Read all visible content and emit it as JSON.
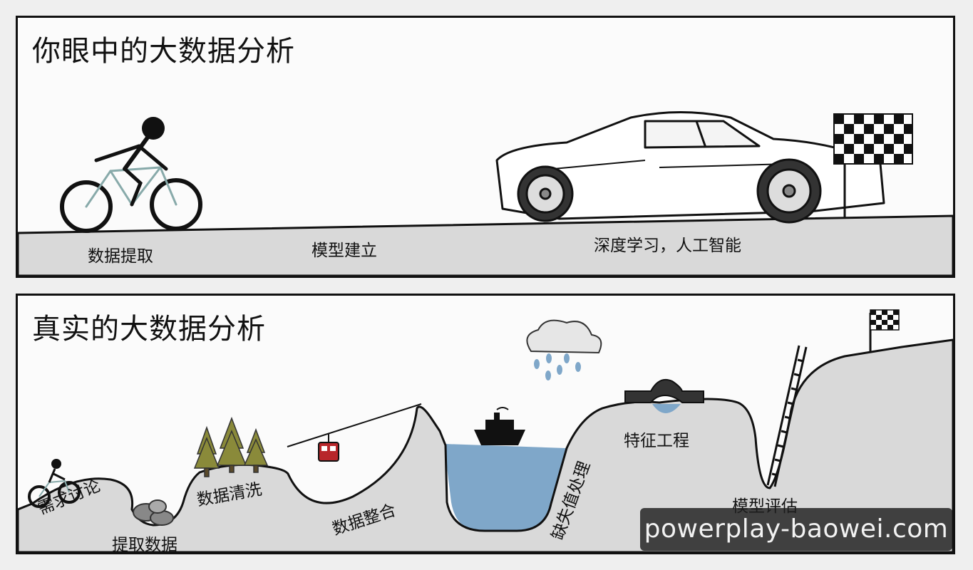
{
  "top_panel": {
    "title": "你眼中的大数据分析",
    "stages": [
      "数据提取",
      "模型建立",
      "深度学习，人工智能"
    ]
  },
  "bottom_panel": {
    "title": "真实的大数据分析",
    "stages": [
      "需求讨论",
      "提取数据",
      "数据清洗",
      "数据整合",
      "缺失值处理",
      "特征工程",
      "模型评估"
    ]
  },
  "watermark": "powerplay-baowei.com",
  "colors": {
    "ground": "#d8d8d8",
    "water": "#7fa7c9",
    "tree": "#8a8a3a",
    "cable_car": "#b8262a",
    "outline": "#111111"
  },
  "icons": [
    "cyclist-icon",
    "sports-car-icon",
    "checkered-flag-icon",
    "trees-icon",
    "cable-car-icon",
    "ship-icon",
    "rain-cloud-icon",
    "bridge-icon",
    "ladder-icon",
    "rocks-icon"
  ]
}
